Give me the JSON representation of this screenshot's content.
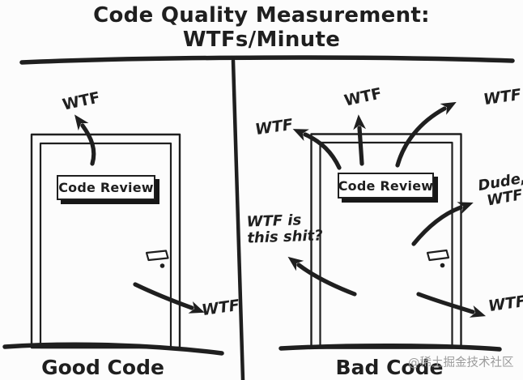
{
  "colors": {
    "ink": "#1f1f1f",
    "background": "#fcfcfc",
    "sign_background": "#ffffff",
    "watermark": "#9b9b9b"
  },
  "title": {
    "line1": "Code Quality Measurement:",
    "line2": "WTFs/Minute"
  },
  "panels": {
    "good": {
      "caption": "Good Code",
      "sign": "Code Review",
      "labels": {
        "top": "WTF",
        "bottom": "WTF"
      }
    },
    "bad": {
      "caption": "Bad Code",
      "sign": "Code Review",
      "labels": {
        "left": "WTF",
        "top": "WTF",
        "top_right": "WTF",
        "dude_line1": "Dude,",
        "dude_line2": "WTF",
        "question_line1": "WTF is",
        "question_line2": "this shit?",
        "bottom_right": "WTF"
      }
    }
  },
  "watermark": "@稀土掘金技术社区"
}
